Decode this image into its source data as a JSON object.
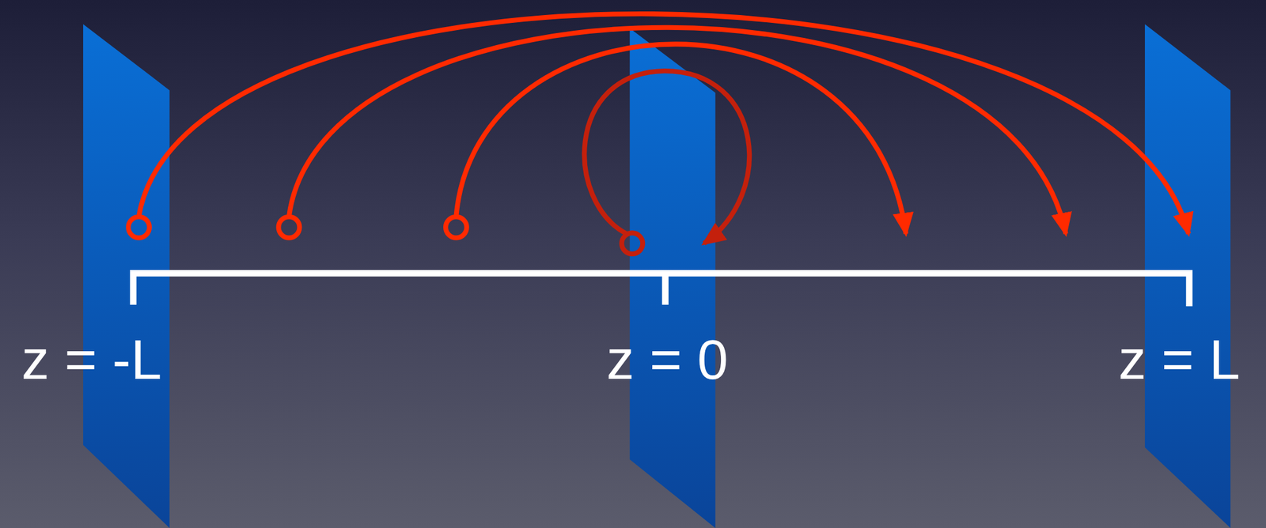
{
  "diagram": {
    "labels": [
      "z = -L",
      "z = 0",
      "z = L"
    ]
  }
}
